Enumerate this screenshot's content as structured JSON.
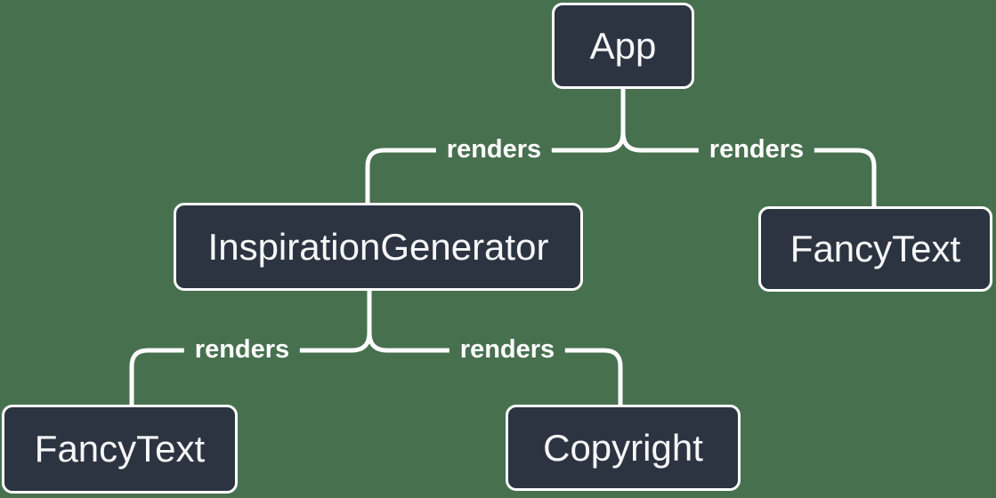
{
  "diagram": {
    "type": "component-render-tree",
    "background_color": "#47704F",
    "node_fill_color": "#2D3441",
    "node_border_color": "#FFFFFF",
    "line_color": "#FFFFFF",
    "text_color": "#F6F7F9",
    "nodes": [
      {
        "id": "app",
        "label": "App"
      },
      {
        "id": "inspiration-generator",
        "label": "InspirationGenerator"
      },
      {
        "id": "fancy-text-right",
        "label": "FancyText"
      },
      {
        "id": "fancy-text-left",
        "label": "FancyText"
      },
      {
        "id": "copyright",
        "label": "Copyright"
      }
    ],
    "edges": [
      {
        "from": "App",
        "to": "InspirationGenerator",
        "label": "renders"
      },
      {
        "from": "App",
        "to": "FancyText",
        "label": "renders"
      },
      {
        "from": "InspirationGenerator",
        "to": "FancyText",
        "label": "renders"
      },
      {
        "from": "InspirationGenerator",
        "to": "Copyright",
        "label": "renders"
      }
    ]
  }
}
